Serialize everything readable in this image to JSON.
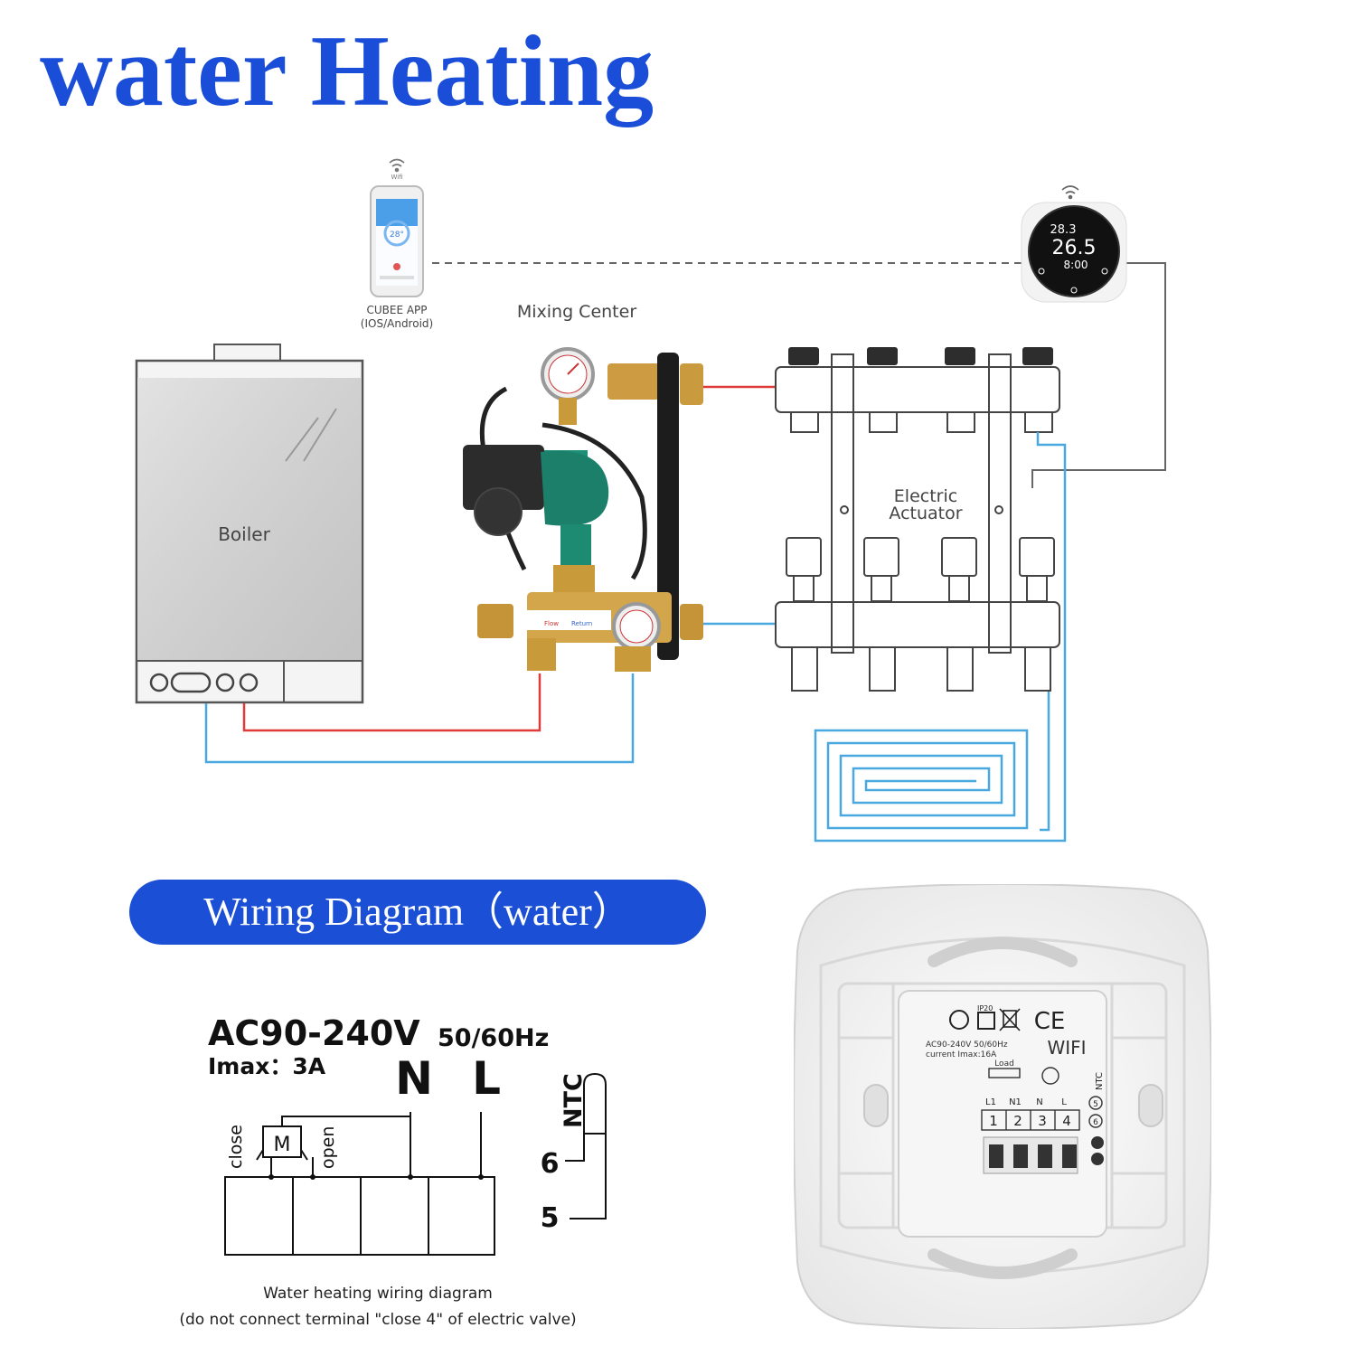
{
  "title": "water Heating",
  "diagram": {
    "app_wifi_label": "Wifi",
    "app_label_line1": "CUBEE APP",
    "app_label_line2": "(IOS/Android)",
    "phone_temp": "28°",
    "mixing_center": "Mixing Center",
    "boiler": "Boiler",
    "actuator_line1": "Electric",
    "actuator_line2": "Actuator",
    "thermostat_top": "28.3",
    "thermostat_main": "26.5",
    "thermostat_time": "8:00",
    "flow_label": "Flow",
    "return_label": "Return"
  },
  "banner": "Wiring Diagram（water）",
  "wiring": {
    "voltage": "AC90-240V",
    "frequency": "50/60Hz",
    "imax": "Imax：3A",
    "terminal_n": "N",
    "terminal_l": "L",
    "ntc": "NTC",
    "close": "close",
    "motor": "M",
    "open": "open",
    "t6": "6",
    "t5": "5",
    "caption_line1": "Water heating wiring diagram",
    "caption_line2": "(do not connect terminal \"close 4\" of electric valve)"
  },
  "back_panel": {
    "ip_rating": "IP20",
    "ce_mark": "CE",
    "spec_line1": "AC90-240V 50/60Hz",
    "spec_line2": "current Imax:16A",
    "wifi": "WIFI",
    "load": "Load",
    "labels": [
      "L1",
      "N1",
      "N",
      "L"
    ],
    "numbers": [
      "1",
      "2",
      "3",
      "4"
    ],
    "ntc": "NTC",
    "n5": "5",
    "n6": "6"
  },
  "colors": {
    "title": "#1a4ed8",
    "banner": "#1a4fd6",
    "hot_pipe": "#e03b3b",
    "cold_pipe": "#4aa8e0"
  }
}
